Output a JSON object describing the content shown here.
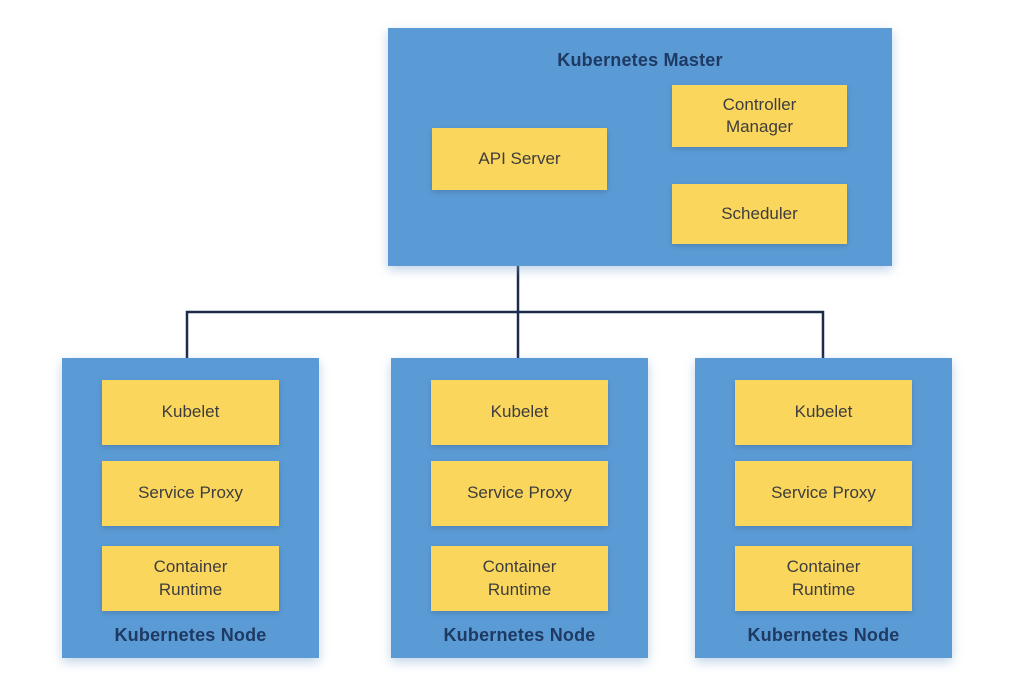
{
  "master": {
    "title": "Kubernetes Master",
    "components": {
      "api_server": "API Server",
      "controller_manager": "Controller Manager",
      "scheduler": "Scheduler"
    }
  },
  "nodes": [
    {
      "title": "Kubernetes Node",
      "components": {
        "kubelet": "Kubelet",
        "service_proxy": "Service Proxy",
        "container_runtime": "Container Runtime"
      }
    },
    {
      "title": "Kubernetes Node",
      "components": {
        "kubelet": "Kubelet",
        "service_proxy": "Service Proxy",
        "container_runtime": "Container Runtime"
      }
    },
    {
      "title": "Kubernetes Node",
      "components": {
        "kubelet": "Kubelet",
        "service_proxy": "Service Proxy",
        "container_runtime": "Container Runtime"
      }
    }
  ],
  "colors": {
    "group_fill": "#5b9bd5",
    "component_fill": "#fbd65d",
    "title_text": "#1e3a63",
    "component_text": "#3d3d3d",
    "connector": "#1c2b4a"
  }
}
